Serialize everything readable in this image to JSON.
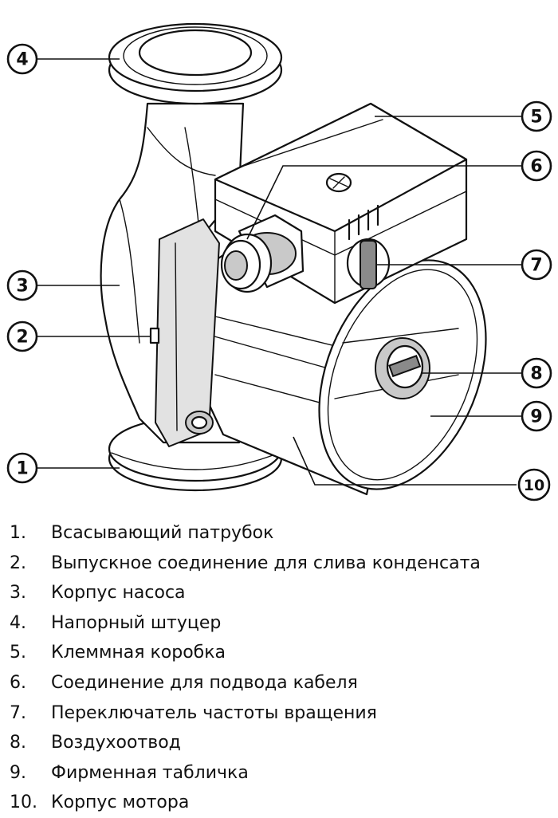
{
  "callouts": [
    "1",
    "2",
    "3",
    "4",
    "5",
    "6",
    "7",
    "8",
    "9",
    "10"
  ],
  "legend": [
    {
      "num": "1.",
      "text": "Всасывающий патрубок"
    },
    {
      "num": "2.",
      "text": "Выпускное соединение для слива конденсата"
    },
    {
      "num": "3.",
      "text": "Корпус насоса"
    },
    {
      "num": "4.",
      "text": "Напорный штуцер"
    },
    {
      "num": "5.",
      "text": "Клеммная коробка"
    },
    {
      "num": "6.",
      "text": "Соединение для подвода кабеля"
    },
    {
      "num": "7.",
      "text": "Переключатель частоты вращения"
    },
    {
      "num": "8.",
      "text": "Воздухоотвод"
    },
    {
      "num": "9.",
      "text": "Фирменная табличка"
    },
    {
      "num": "10.",
      "text": "Корпус мотора"
    }
  ]
}
